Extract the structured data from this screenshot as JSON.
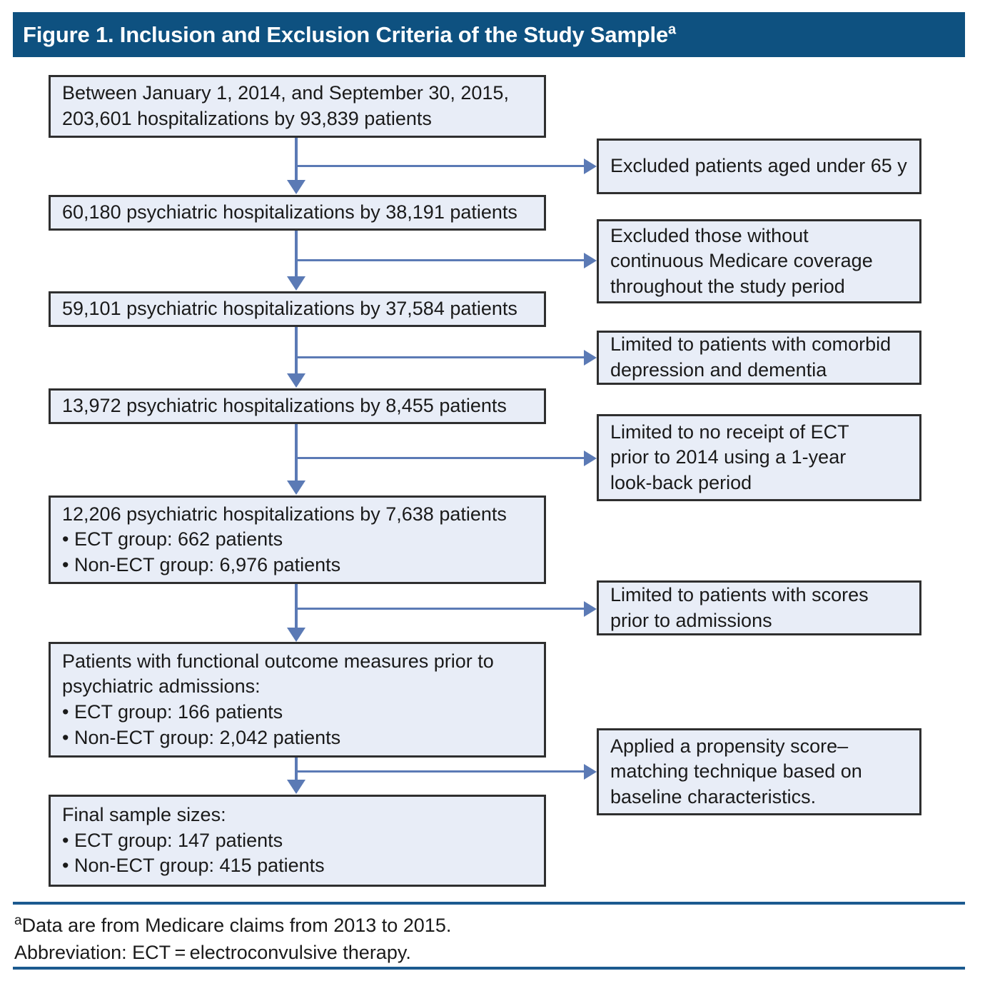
{
  "figure": {
    "title": "Figure 1. Inclusion and Exclusion Criteria of the Study Sample",
    "title_superscript": "a"
  },
  "colors": {
    "header_bar": "#0e5180",
    "box_fill": "#e8edf7",
    "box_border": "#2f2f2f",
    "connector": "#5b7ab5",
    "rule": "#1c5a8f"
  },
  "flow": {
    "main_boxes": [
      {
        "id": "cohort-initial",
        "lines": [
          "Between January 1, 2014, and September 30, 2015,",
          "203,601 hospitalizations by 93,839 patients"
        ]
      },
      {
        "id": "cohort-age65",
        "lines": [
          "60,180 psychiatric hospitalizations by 38,191 patients"
        ]
      },
      {
        "id": "cohort-continuous-coverage",
        "lines": [
          "59,101 psychiatric hospitalizations by 37,584 patients"
        ]
      },
      {
        "id": "cohort-comorbid",
        "lines": [
          "13,972 psychiatric hospitalizations by 8,455 patients"
        ]
      },
      {
        "id": "cohort-no-prior-ect",
        "lines": [
          "12,206 psychiatric hospitalizations by 7,638 patients",
          "• ECT group: 662 patients",
          "• Non-ECT group: 6,976 patients"
        ]
      },
      {
        "id": "cohort-functional-measures",
        "lines": [
          "Patients with functional outcome measures prior to",
          "psychiatric admissions:",
          "• ECT group: 166 patients",
          "• Non-ECT group: 2,042 patients"
        ]
      },
      {
        "id": "cohort-final",
        "lines": [
          "Final sample sizes:",
          "• ECT group: 147 patients",
          "• Non-ECT group: 415 patients"
        ]
      }
    ],
    "criteria_boxes": [
      {
        "id": "criterion-age",
        "lines": [
          "Excluded patients aged under 65 y"
        ]
      },
      {
        "id": "criterion-coverage",
        "lines": [
          "Excluded those without",
          "continuous Medicare coverage",
          "throughout the study period"
        ]
      },
      {
        "id": "criterion-comorbid",
        "lines": [
          "Limited to patients with comorbid",
          "depression and dementia"
        ]
      },
      {
        "id": "criterion-prior-ect",
        "lines": [
          "Limited to no receipt of ECT",
          "prior to 2014 using a 1-year",
          "look-back period"
        ]
      },
      {
        "id": "criterion-scores",
        "lines": [
          "Limited to patients with scores",
          "prior to admissions"
        ]
      },
      {
        "id": "criterion-propensity",
        "lines": [
          "Applied a propensity score–",
          "matching technique based on",
          "baseline characteristics."
        ]
      }
    ]
  },
  "footnote": {
    "superscript": "a",
    "line1": "Data are from Medicare claims from 2013 to 2015.",
    "line2": "Abbreviation: ECT = electroconvulsive therapy."
  }
}
